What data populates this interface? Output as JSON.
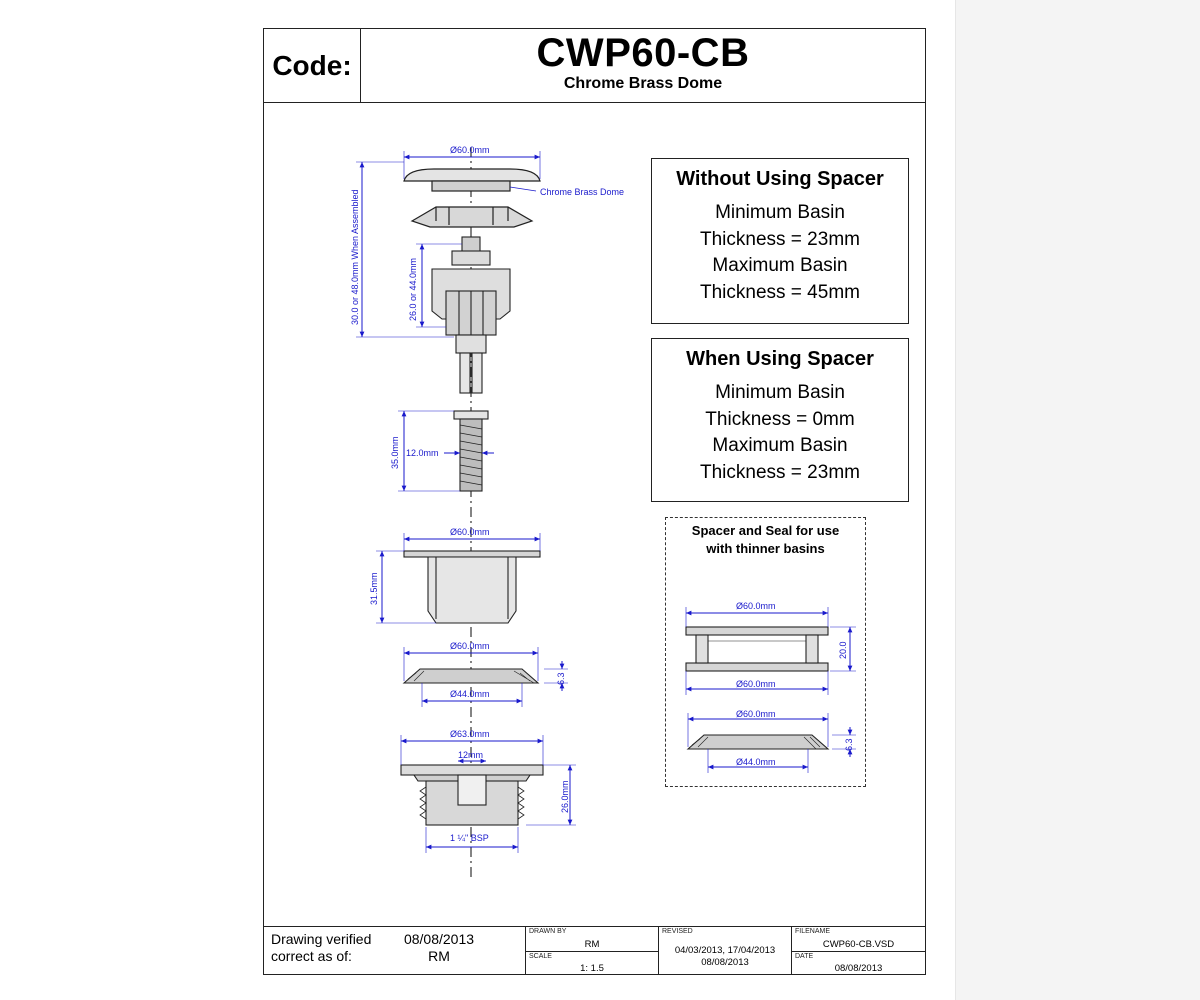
{
  "header": {
    "code_label": "Code:",
    "product_code": "CWP60-CB",
    "product_name": "Chrome Brass Dome"
  },
  "without_spacer": {
    "heading": "Without Using Spacer",
    "lines": [
      "Minimum Basin",
      "Thickness = 23mm",
      "Maximum Basin",
      "Thickness = 45mm"
    ]
  },
  "with_spacer": {
    "heading": "When Using Spacer",
    "lines": [
      "Minimum Basin",
      "Thickness = 0mm",
      "Maximum Basin",
      "Thickness = 23mm"
    ]
  },
  "spacer_panel": {
    "title_line1": "Spacer and Seal for use",
    "title_line2": "with thinner basins",
    "dims": {
      "spacer_top_dia": "Ø60.0mm",
      "spacer_height": "20.0",
      "spacer_bottom_dia": "Ø60.0mm",
      "seal_outer_dia": "Ø60.0mm",
      "seal_thickness": "6.3",
      "seal_inner_dia": "Ø44.0mm"
    }
  },
  "drawing_dims": {
    "dome_dia": "Ø60.0mm",
    "dome_callout": "Chrome Brass Dome",
    "assembled_height": "30.0 or 48.0mm When Assembled",
    "mechanism_height": "26.0 or 44.0mm",
    "stud_length": "35.0mm",
    "stud_dia": "12.0mm",
    "body_dia": "Ø60.0mm",
    "body_height": "31.5mm",
    "seal_outer_dia": "Ø60.0mm",
    "seal_thickness": "6.3",
    "seal_inner_dia": "Ø44.0mm",
    "flange_dia": "Ø63.0mm",
    "bore_dia": "12mm",
    "waste_height": "26.0mm",
    "thread": "1 ¼\" BSP"
  },
  "footer": {
    "verified_label_1": "Drawing verified",
    "verified_label_2": "correct as of:",
    "verified_date": "08/08/2013",
    "verified_by": "RM",
    "drawn_by_label": "DRAWN BY",
    "drawn_by": "RM",
    "scale_label": "SCALE",
    "scale": "1: 1.5",
    "revised_label": "REVISED",
    "revised_dates": "04/03/2013, 17/04/2013",
    "revised_date_2": "08/08/2013",
    "filename_label": "FILENAME",
    "filename": "CWP60-CB.VSD",
    "date_label": "DATE",
    "date": "08/08/2013"
  },
  "colors": {
    "dimension": "#1a1acc",
    "outline": "#222222",
    "part_fill": "#d8d8d8"
  }
}
